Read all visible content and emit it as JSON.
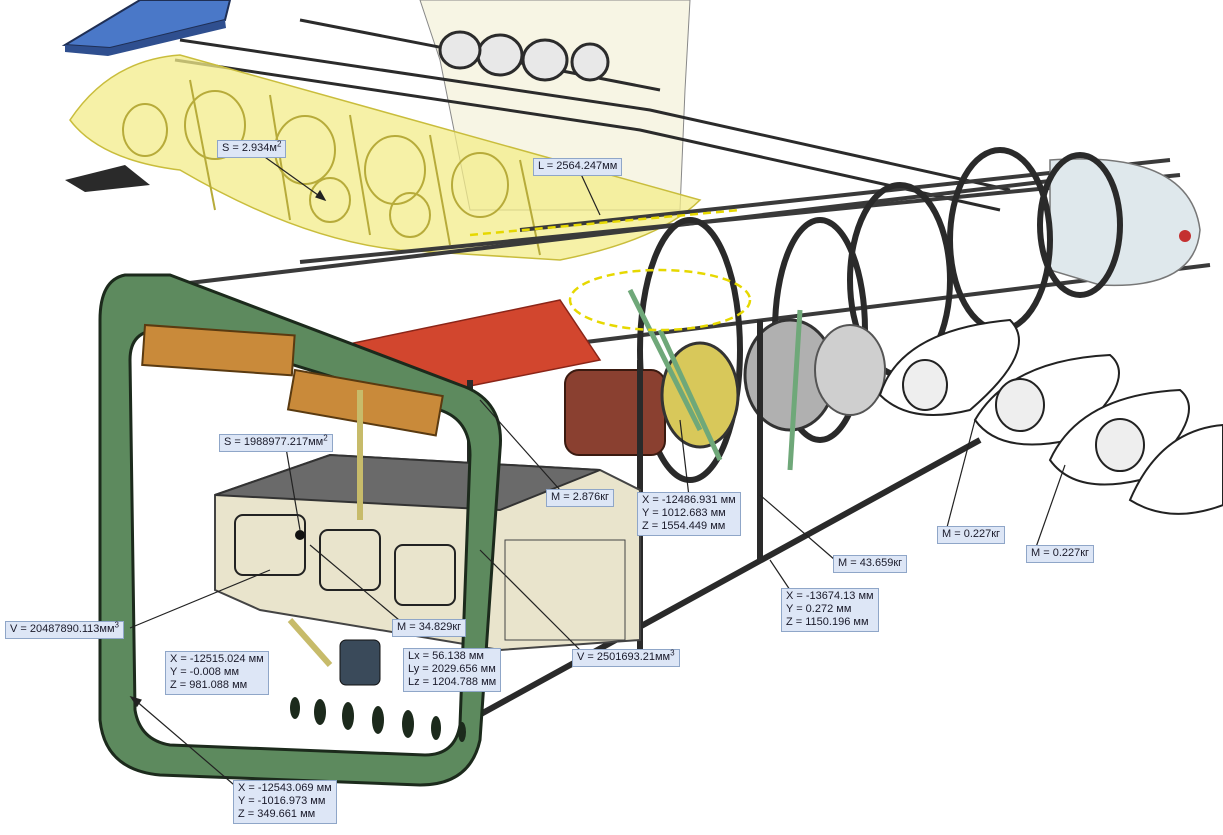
{
  "callouts": {
    "area_wing": {
      "prefix": "S = ",
      "value": "2.934м",
      "sup": "2"
    },
    "length_spar": {
      "text": "L = 2564.247мм"
    },
    "area_tank": {
      "prefix": "S = ",
      "value": "1988977.217мм",
      "sup": "2"
    },
    "mass_engine": {
      "text": "M = 2.876кг"
    },
    "engine_coords": {
      "x": "X = -12486.931 мм",
      "y": "Y = 1012.683 мм",
      "z": "Z = 1554.449 мм"
    },
    "mass_fuselage": {
      "text": "M = 43.659кг"
    },
    "mass_rib_1": {
      "text": "M = 0.227кг"
    },
    "mass_rib_2": {
      "text": "M = 0.227кг"
    },
    "center_coords": {
      "x": "X = -13674.13 мм",
      "y": "Y = 0.272 мм",
      "z": "Z = 1150.196 мм"
    },
    "volume_tank_left": {
      "prefix": "V = ",
      "value": "20487890.113мм",
      "sup": "3"
    },
    "mass_tank": {
      "text": "M = 34.829кг"
    },
    "tank_dims": {
      "lx": "Lx = 56.138 мм",
      "ly": "Ly = 2029.656 мм",
      "lz": "Lz = 1204.788 мм"
    },
    "volume_tank_right": {
      "prefix": "V = ",
      "value": "2501693.21мм",
      "sup": "3"
    },
    "tank_coords": {
      "x": "X = -12515.024 мм",
      "y": "Y = -0.008 мм",
      "z": "Z = 981.088 мм"
    },
    "frame_coords": {
      "x": "X = -12543.069 мм",
      "y": "Y = -1016.973 мм",
      "z": "Z = 349.661 мм"
    }
  },
  "colors": {
    "frame_green": "#5d8a5e",
    "wing_yellow": "#f3ec8a",
    "busbar_orange": "#c98a3a",
    "red_duct": "#d2462e",
    "motor_brown": "#8a4030",
    "callout_bg": "#dde6f6",
    "blue_panel": "#4a78c8"
  }
}
